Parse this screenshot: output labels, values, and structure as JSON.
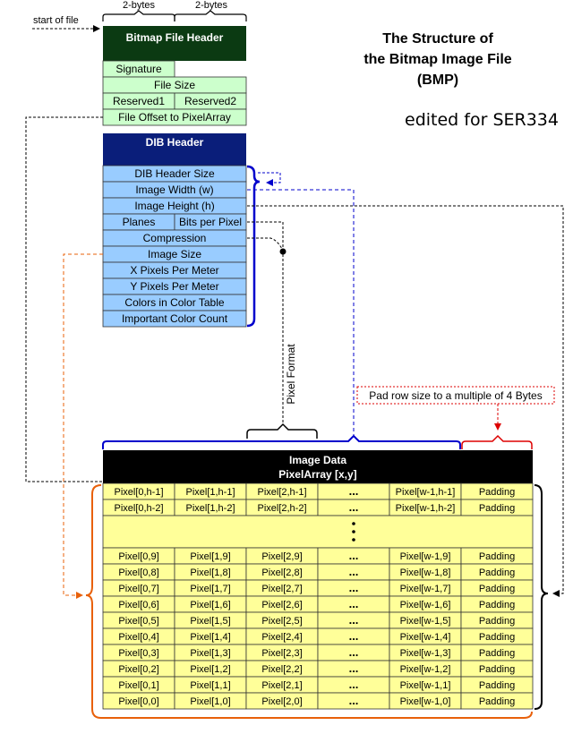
{
  "title_lines": [
    "The Structure of",
    "the Bitmap Image File",
    "(BMP)"
  ],
  "edited_note": "edited for SER334",
  "start_of_file": "start of file",
  "byte_labels": [
    "2-bytes",
    "2-bytes"
  ],
  "file_header": {
    "title": "Bitmap File Header",
    "signature": "Signature",
    "file_size": "File Size",
    "reserved1": "Reserved1",
    "reserved2": "Reserved2",
    "pixel_offset": "File Offset to PixelArray"
  },
  "dib_header": {
    "title": "DIB Header",
    "fields": {
      "header_size": "DIB Header Size",
      "width": "Image Width (w)",
      "height": "Image Height (h)",
      "planes": "Planes",
      "bpp": "Bits per Pixel",
      "compression": "Compression",
      "image_size": "Image Size",
      "x_ppm": "X Pixels Per Meter",
      "y_ppm": "Y Pixels Per Meter",
      "colors": "Colors in Color Table",
      "important": "Important Color Count"
    }
  },
  "pixel_format_label": "Pixel Format",
  "pad_note": "Pad row size to a multiple of 4 Bytes",
  "image_data": {
    "title1": "Image Data",
    "title2": "PixelArray [x,y]",
    "rows": [
      [
        "Pixel[0,h-1]",
        "Pixel[1,h-1]",
        "Pixel[2,h-1]",
        "...",
        "Pixel[w-1,h-1]",
        "Padding"
      ],
      [
        "Pixel[0,h-2]",
        "Pixel[1,h-2]",
        "Pixel[2,h-2]",
        "...",
        "Pixel[w-1,h-2]",
        "Padding"
      ],
      null,
      [
        "Pixel[0,9]",
        "Pixel[1,9]",
        "Pixel[2,9]",
        "...",
        "Pixel[w-1,9]",
        "Padding"
      ],
      [
        "Pixel[0,8]",
        "Pixel[1,8]",
        "Pixel[2,8]",
        "...",
        "Pixel[w-1,8]",
        "Padding"
      ],
      [
        "Pixel[0,7]",
        "Pixel[1,7]",
        "Pixel[2,7]",
        "...",
        "Pixel[w-1,7]",
        "Padding"
      ],
      [
        "Pixel[0,6]",
        "Pixel[1,6]",
        "Pixel[2,6]",
        "...",
        "Pixel[w-1,6]",
        "Padding"
      ],
      [
        "Pixel[0,5]",
        "Pixel[1,5]",
        "Pixel[2,5]",
        "...",
        "Pixel[w-1,5]",
        "Padding"
      ],
      [
        "Pixel[0,4]",
        "Pixel[1,4]",
        "Pixel[2,4]",
        "...",
        "Pixel[w-1,4]",
        "Padding"
      ],
      [
        "Pixel[0,3]",
        "Pixel[1,3]",
        "Pixel[2,3]",
        "...",
        "Pixel[w-1,3]",
        "Padding"
      ],
      [
        "Pixel[0,2]",
        "Pixel[1,2]",
        "Pixel[2,2]",
        "...",
        "Pixel[w-1,2]",
        "Padding"
      ],
      [
        "Pixel[0,1]",
        "Pixel[1,1]",
        "Pixel[2,1]",
        "...",
        "Pixel[w-1,1]",
        "Padding"
      ],
      [
        "Pixel[0,0]",
        "Pixel[1,0]",
        "Pixel[2,0]",
        "...",
        "Pixel[w-1,0]",
        "Padding"
      ]
    ]
  },
  "colors": {
    "file_header_title_bg": "#0b3a12",
    "file_header_field_bg": "#ccffcc",
    "dib_title_bg": "#0a1e7a",
    "dib_field_bg": "#99ccff",
    "pixel_bg": "#ffff99",
    "image_title_bg": "#000000",
    "blue_accent": "#0000cc",
    "orange_accent": "#e8600a",
    "red_accent": "#dd0000"
  }
}
